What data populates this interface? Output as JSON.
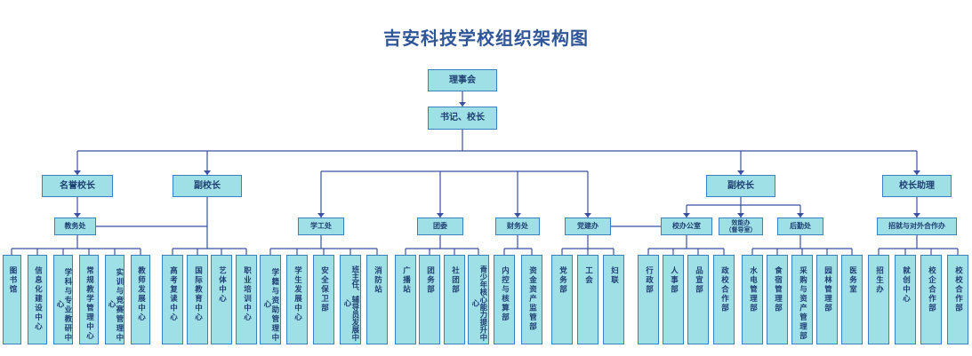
{
  "title": "吉安科技学校组织架构图",
  "colors": {
    "box_fill": "#9fe0e6",
    "box_border": "#3a7fbf",
    "line": "#3a4fa0",
    "title": "#2f5597",
    "text": "#1f3f73"
  },
  "top": {
    "board": "理事会",
    "secretary_principal": "书记、校长"
  },
  "leaders": {
    "honorary_principal": "名誉校长",
    "vice_principal_left": "副校长",
    "vice_principal_right": "副校长",
    "principal_assistant": "校长助理"
  },
  "offices": {
    "academic_affairs": "教务处",
    "student_affairs": "学工处",
    "youth_league": "团委",
    "finance": "财务处",
    "party_building": "党建办",
    "principal_office": "校办公室",
    "comprehensive_office_line1": "效能办",
    "comprehensive_office_line2": "（督导室）",
    "logistics": "后勤处",
    "admissions_cooperation": "招就与对外合作办"
  },
  "departments": {
    "library": "图书馆",
    "info_center": "信息化建设中心",
    "discipline_center": "学科与专业教研中心",
    "routine_teaching": "常规教学管理中心",
    "training_competition": "实训与竞赛管理中心",
    "teacher_development": "教师发展中心",
    "gaokao_center": "高考复读中心",
    "international_edu": "国际教育中心",
    "arts_center": "艺体中心",
    "vocational_training": "职业培训中心",
    "student_aid": "学籍与资助管理中心",
    "student_development": "学生发展中心",
    "security": "安全保卫部",
    "class_teacher_dev": "班主任、辅导员发展中心",
    "fire_station": "消防站",
    "broadcast": "广播站",
    "league_affairs": "团务部",
    "club_dept": "社团部",
    "youth_core": "青少年核心能力提升中心",
    "internal_audit": "内控与核算部",
    "asset_management": "资金资产监管部",
    "party_affairs": "党务部",
    "labor_union": "工会",
    "women_federation": "妇联",
    "administration": "行政部",
    "personnel": "人事部",
    "publicity": "品宣部",
    "gov_school_coop": "政校合作部",
    "utilities": "水电管理部",
    "canteen": "食宿管理部",
    "procurement": "采购与资产管理部",
    "gardening": "园林管理部",
    "clinic": "医务室",
    "admissions": "招生办",
    "employment": "就创中心",
    "enterprise_coop": "校企合作部",
    "school_coop": "校校合作部"
  }
}
